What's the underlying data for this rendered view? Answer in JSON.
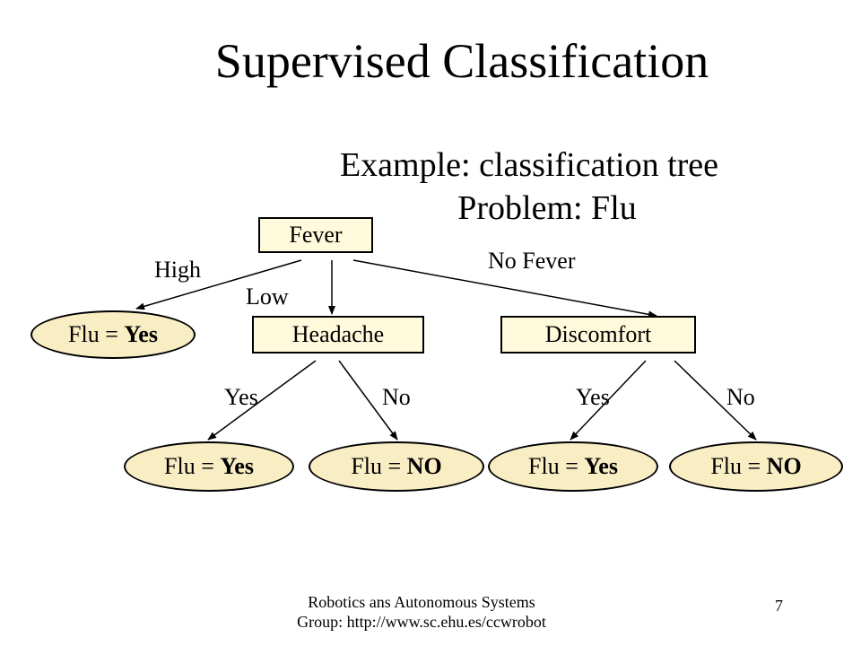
{
  "slide": {
    "title": "Supervised Classification",
    "subtitle_line1": "Example: classification tree",
    "subtitle_line2": "Problem: Flu"
  },
  "tree": {
    "root": "Fever",
    "node_headache": "Headache",
    "node_discomfort": "Discomfort",
    "edge_high": "High",
    "edge_low": "Low",
    "edge_no_fever": "No Fever",
    "edge_headache_yes": "Yes",
    "edge_headache_no": "No",
    "edge_discomfort_yes": "Yes",
    "edge_discomfort_no": "No",
    "leaf_prefix": "Flu = ",
    "leaf_high_value": "Yes",
    "leaf_headache_yes_value": "Yes",
    "leaf_headache_no_value": "NO",
    "leaf_discomfort_yes_value": "Yes",
    "leaf_discomfort_no_value": "NO"
  },
  "footer": {
    "source": "Robotics ans Autonomous Systems Group: http://www.sc.ehu.es/ccwrobot",
    "page_number": "7"
  },
  "colors": {
    "node_fill": "#fffadc",
    "leaf_fill": "#f8edc3",
    "stroke": "#000000"
  }
}
